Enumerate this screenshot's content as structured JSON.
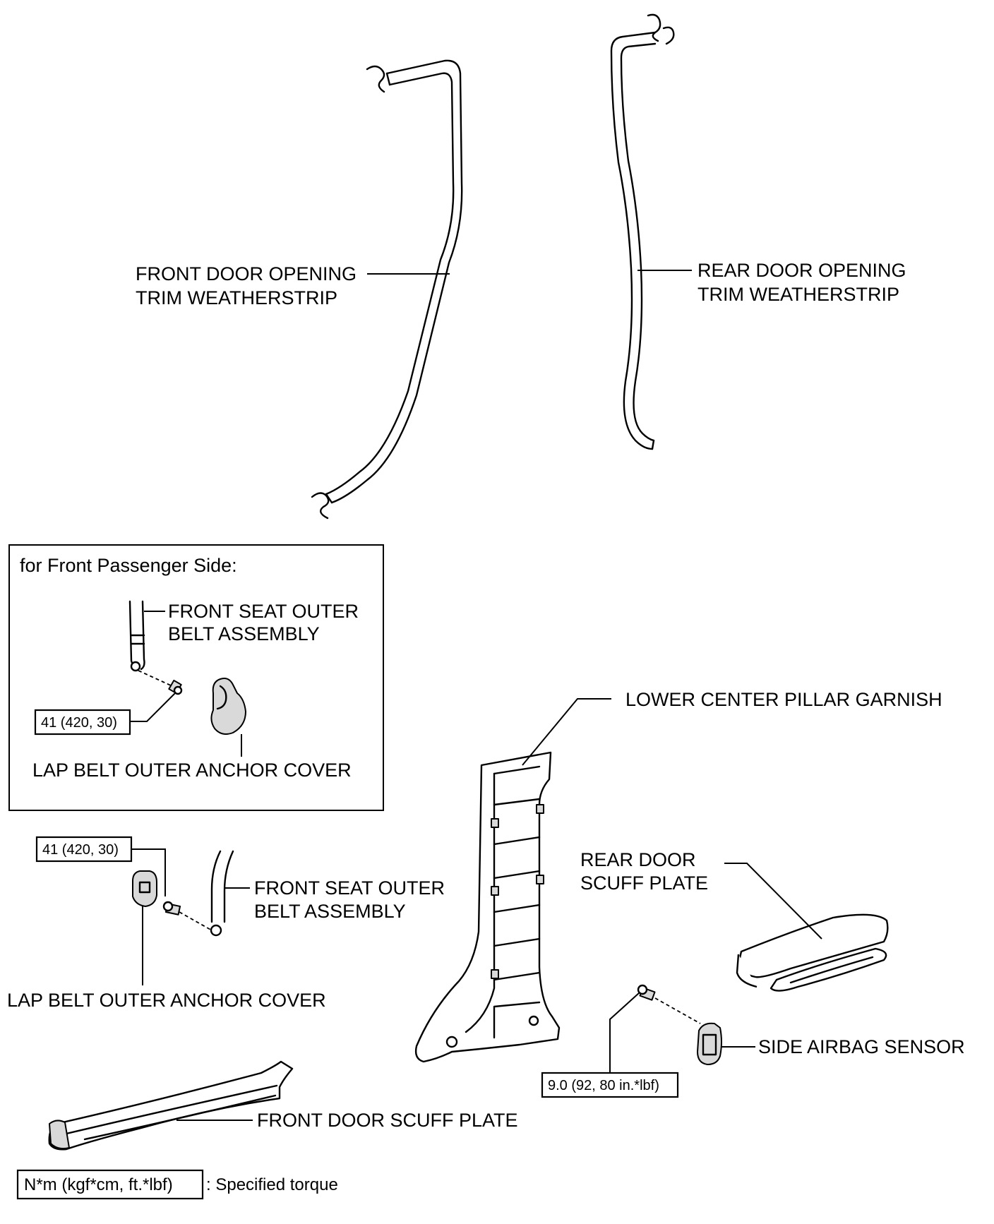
{
  "labels": {
    "front_door_opening_weatherstrip": [
      "FRONT DOOR OPENING",
      "TRIM WEATHERSTRIP"
    ],
    "rear_door_opening_weatherstrip": [
      "REAR DOOR OPENING",
      "TRIM WEATHERSTRIP"
    ],
    "lower_center_pillar_garnish": "LOWER CENTER PILLAR GARNISH",
    "rear_door_scuff_plate": [
      "REAR DOOR",
      "SCUFF PLATE"
    ],
    "front_seat_outer_belt_assembly": [
      "FRONT SEAT OUTER",
      "BELT ASSEMBLY"
    ],
    "lap_belt_outer_anchor_cover": "LAP BELT OUTER ANCHOR COVER",
    "side_airbag_sensor": "SIDE AIRBAG SENSOR",
    "front_door_scuff_plate": "FRONT DOOR SCUFF PLATE"
  },
  "inset": {
    "title": "for Front Passenger Side:",
    "belt_label": [
      "FRONT SEAT OUTER",
      "BELT ASSEMBLY"
    ],
    "cover_label": "LAP BELT OUTER ANCHOR COVER",
    "torque": "41 (420, 30)"
  },
  "torque_values": {
    "belt_bolt": "41 (420, 30)",
    "sensor_bolt": "9.0 (92, 80 in.*lbf)"
  },
  "legend": {
    "unit": "N*m (kgf*cm, ft.*lbf)",
    "text": ": Specified torque"
  }
}
